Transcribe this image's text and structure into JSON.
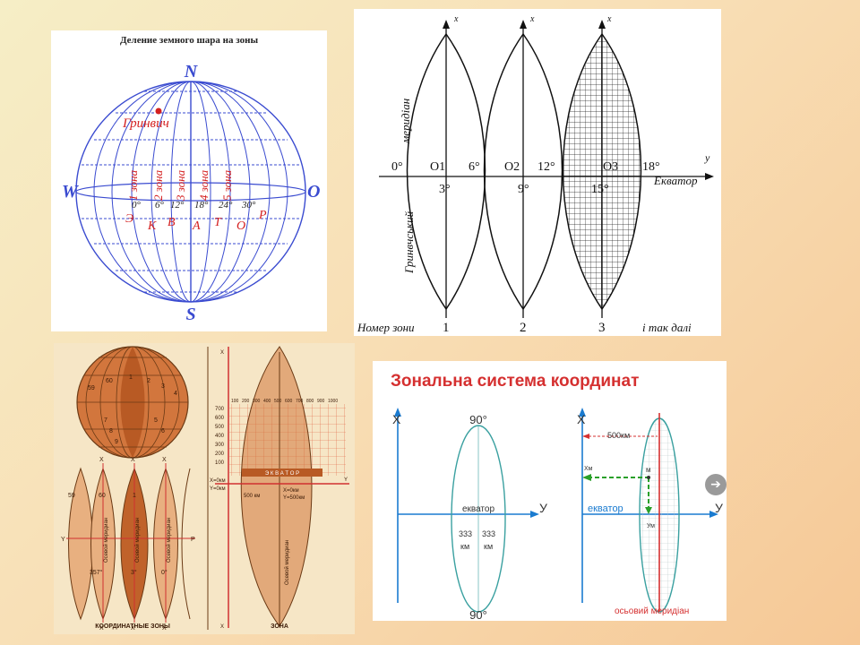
{
  "globe_panel": {
    "title": "Деление земного шара на зоны",
    "north": "N",
    "south": "S",
    "west": "W",
    "east": "O",
    "greenwich": "Гринвич",
    "zones": [
      "1 зона",
      "2 зона",
      "3 зона",
      "4 зона",
      "5 зона"
    ],
    "degrees": [
      "0°",
      "6°",
      "12°",
      "18°",
      "24°",
      "30°"
    ],
    "equator_letters": [
      "Э",
      "К",
      "В",
      "А",
      "Т",
      "О",
      "Р"
    ],
    "line_color": "#3a4bd0",
    "text_color": "#d42020"
  },
  "zones_panel": {
    "axis_x": [
      "x",
      "x",
      "x"
    ],
    "axis_y": "y",
    "meridian_text": "меридіан",
    "greenwich_text": "Гринвчський",
    "equator": "Екватор",
    "origins": [
      "O1",
      "O2",
      "O3"
    ],
    "top_degrees": [
      "0°",
      "6°",
      "12°",
      "18°"
    ],
    "center_degrees": [
      "3°",
      "9°",
      "15°"
    ],
    "zone_numbers": [
      "1",
      "2",
      "3"
    ],
    "zone_number_label": "Номер зони",
    "and_so_on": "і так далі"
  },
  "atlas_panel": {
    "globe_labels": [
      "59",
      "60",
      "1",
      "2",
      "3",
      "4",
      "5",
      "6",
      "7",
      "8",
      "9"
    ],
    "strip_labels": [
      "59",
      "60",
      "1"
    ],
    "x_label": "X",
    "y_label": "Y",
    "p_label": "P",
    "axial_meridian": "Осевой меридиан",
    "strip_degrees": [
      "357°",
      "3°",
      "0°"
    ],
    "coordinate_zones": "КООРДИНАТНЫЕ ЗОНЫ",
    "zone": "ЗОНА",
    "y_ticks": [
      "700",
      "600",
      "500",
      "400",
      "300",
      "200",
      "100"
    ],
    "x_ticks": [
      "100",
      "200",
      "300",
      "400",
      "500",
      "600",
      "700",
      "800",
      "900",
      "1000"
    ],
    "origin_x": "X=0км",
    "origin_y": "Y=0км",
    "distance": "500 км",
    "point_x": "X=0км",
    "point_y": "Y=500км",
    "equator_word": "Э К В А Т О Р",
    "zone_meridian": "Осевой меридиан",
    "colors": {
      "orange": "#d2763d",
      "dark": "#b85a24",
      "grid": "#e06040",
      "axis": "#d03030"
    }
  },
  "coord_panel": {
    "title": "Зональна система координат",
    "x_left": "X",
    "y_left": "У",
    "top_deg": "90°",
    "bottom_deg": "90°",
    "equator": "екватор",
    "km_values": [
      "333",
      "333"
    ],
    "km_units": [
      "км",
      "км"
    ],
    "x_right": "X",
    "y_right": "У",
    "distance": "500км",
    "point_m": "м",
    "label_xm": "Xм",
    "label_ym": "Ум",
    "right_equator": "екватор",
    "axial_meridian": "осьовий меридіан",
    "title_color": "#d53030",
    "axis_color": "#1a7bd0"
  }
}
